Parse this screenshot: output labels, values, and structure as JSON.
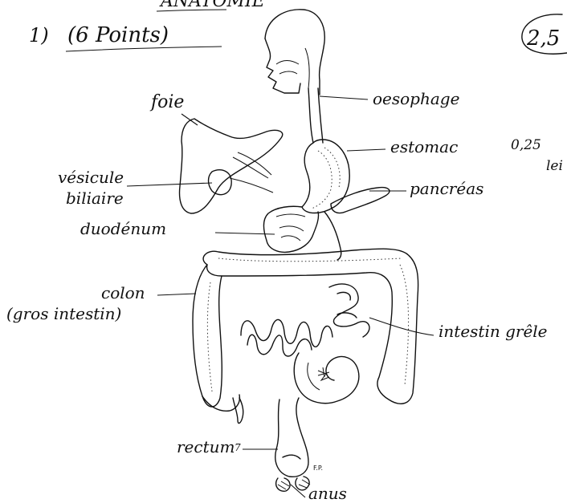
{
  "header": {
    "title_fragment": "ANATOMIE",
    "question_number": "1)",
    "points": "(6 Points)",
    "score_circle": "2,5",
    "margin_note_1": "0,25",
    "margin_note_2": "lei"
  },
  "labels": {
    "foie": "foie",
    "oesophage": "oesophage",
    "estomac": "estomac",
    "vesicule_line1": "vésicule",
    "vesicule_line2": "biliaire",
    "pancreas": "pancréas",
    "duodenum": "duodénum",
    "colon": "colon",
    "gros_intestin": "(gros intestin)",
    "intestin_grele": "intestin grêle",
    "rectum": "rectum",
    "rectum_number": "7",
    "anus": "anus",
    "signature": "F.P."
  }
}
